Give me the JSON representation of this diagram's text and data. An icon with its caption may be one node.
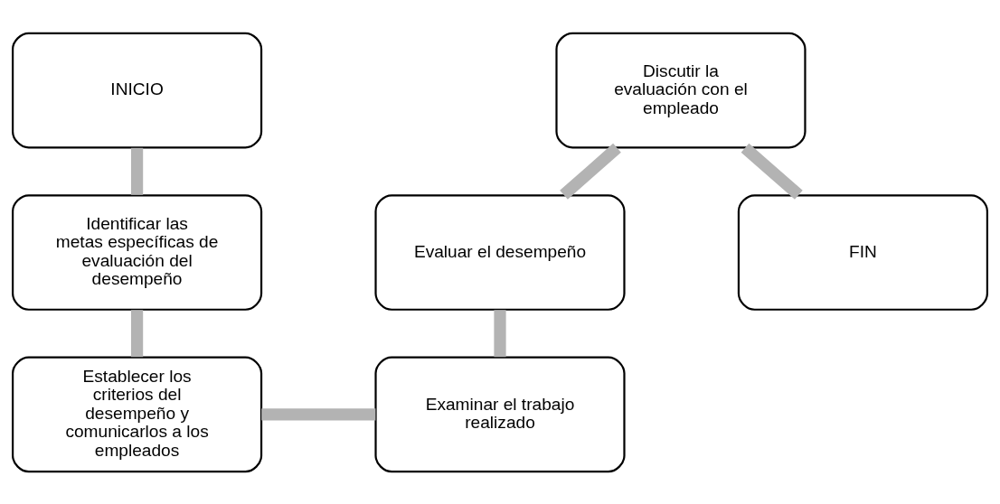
{
  "diagram": {
    "nodes": [
      {
        "text": [
          "INICIO"
        ]
      },
      {
        "text": [
          "Identificar las metas específicas de evaluación del desempeño"
        ]
      },
      {
        "text": [
          "Establecer los criterios del desempeño y comunicarlos a los empleados"
        ]
      },
      {
        "text": [
          "Examinar el trabajo realizado"
        ]
      },
      {
        "text": [
          "Evaluar el desempeño"
        ]
      },
      {
        "text": [
          "Discutir la evaluación con el empleado"
        ]
      },
      {
        "text": [
          "FIN"
        ]
      }
    ],
    "edges": [
      {
        "from": 0,
        "to": 1,
        "arrow": "none"
      },
      {
        "from": 1,
        "to": 2,
        "arrow": "none"
      },
      {
        "from": 2,
        "to": 3,
        "arrow": "none"
      },
      {
        "from": 3,
        "to": 4,
        "arrow": "none"
      },
      {
        "from": 4,
        "to": 5,
        "arrow": "none"
      },
      {
        "from": 5,
        "to": 6,
        "arrow": "none"
      }
    ]
  }
}
